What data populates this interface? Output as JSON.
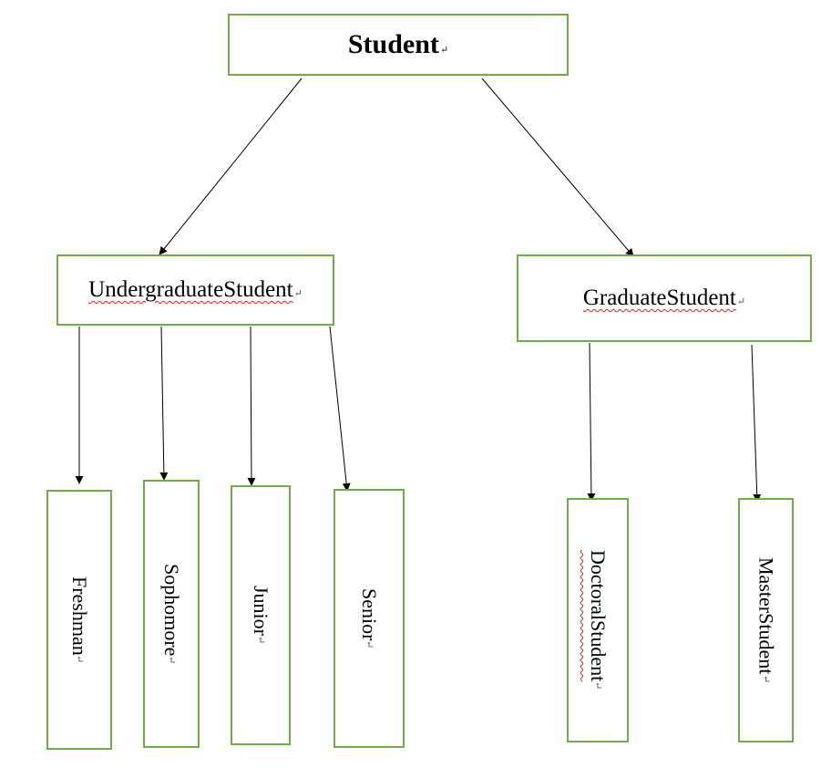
{
  "diagram": {
    "root": {
      "label": "Student"
    },
    "undergraduate": {
      "label": "UndergraduateStudent"
    },
    "graduate": {
      "label": "GraduateStudent"
    },
    "undergrad_children": [
      {
        "label": "Freshman"
      },
      {
        "label": "Sophomore"
      },
      {
        "label": "Junior"
      },
      {
        "label": "Senior"
      }
    ],
    "grad_children": [
      {
        "label": "DoctoralStudent"
      },
      {
        "label": "MasterStudent"
      }
    ],
    "paragraph_mark": "↵",
    "colors": {
      "box_border": "#70ad47",
      "arrow": "#000000",
      "spell_underline": "#e02020"
    }
  }
}
